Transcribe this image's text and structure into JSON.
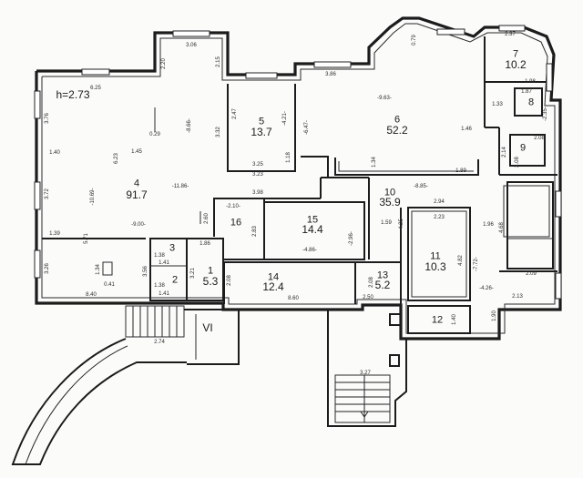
{
  "ceiling_height": "h=2.73",
  "section_mark": "VI",
  "rooms": [
    {
      "key": "r1",
      "number": "1",
      "area": "5.3"
    },
    {
      "key": "r2",
      "number": "2",
      "area": ""
    },
    {
      "key": "r3",
      "number": "3",
      "area": ""
    },
    {
      "key": "r4",
      "number": "4",
      "area": "91.7"
    },
    {
      "key": "r5",
      "number": "5",
      "area": "13.7"
    },
    {
      "key": "r6",
      "number": "6",
      "area": "52.2"
    },
    {
      "key": "r7",
      "number": "7",
      "area": "10.2"
    },
    {
      "key": "r8",
      "number": "8",
      "area": ""
    },
    {
      "key": "r9",
      "number": "9",
      "area": ""
    },
    {
      "key": "r10",
      "number": "10",
      "area": "35.9"
    },
    {
      "key": "r11",
      "number": "11",
      "area": "10.3"
    },
    {
      "key": "r12",
      "number": "12",
      "area": ""
    },
    {
      "key": "r13",
      "number": "13",
      "area": "5.2"
    },
    {
      "key": "r14",
      "number": "14",
      "area": "12.4"
    },
    {
      "key": "r15",
      "number": "15",
      "area": "14.4"
    },
    {
      "key": "r16",
      "number": "16",
      "area": ""
    }
  ],
  "dimensions": [
    {
      "key": "d01",
      "text": "6.25"
    },
    {
      "key": "d02",
      "text": "3.76"
    },
    {
      "key": "d03",
      "text": "1.40"
    },
    {
      "key": "d04",
      "text": "3.72"
    },
    {
      "key": "d05",
      "text": "1.39"
    },
    {
      "key": "d06",
      "text": "3.26"
    },
    {
      "key": "d07",
      "text": "-10.69-"
    },
    {
      "key": "d08",
      "text": "8.40"
    },
    {
      "key": "d09",
      "text": "1.34"
    },
    {
      "key": "d10",
      "text": "0.41"
    },
    {
      "key": "d11",
      "text": "0.29"
    },
    {
      "key": "d12",
      "text": "1.45"
    },
    {
      "key": "d13",
      "text": "6.23"
    },
    {
      "key": "d14",
      "text": "-11.86-"
    },
    {
      "key": "d15",
      "text": "-9.00-"
    },
    {
      "key": "d16",
      "text": "5.71"
    },
    {
      "key": "d17",
      "text": "3.06"
    },
    {
      "key": "d18",
      "text": "2.20"
    },
    {
      "key": "d19",
      "text": "2.15"
    },
    {
      "key": "d20",
      "text": "-8.66-"
    },
    {
      "key": "d21",
      "text": "3.32"
    },
    {
      "key": "d22",
      "text": "2.47"
    },
    {
      "key": "d23",
      "text": "-4.21-"
    },
    {
      "key": "d24",
      "text": "3.25"
    },
    {
      "key": "d25",
      "text": "3.23"
    },
    {
      "key": "d26",
      "text": "1.18"
    },
    {
      "key": "d27",
      "text": "3.86"
    },
    {
      "key": "d28",
      "text": "-6.47-"
    },
    {
      "key": "d29",
      "text": "-9.63-"
    },
    {
      "key": "d30",
      "text": "0.79"
    },
    {
      "key": "d31",
      "text": "2.37"
    },
    {
      "key": "d32",
      "text": "1.98"
    },
    {
      "key": "d33",
      "text": "1.87"
    },
    {
      "key": "d34",
      "text": "1.33"
    },
    {
      "key": "d35",
      "text": "-2.35-"
    },
    {
      "key": "d36",
      "text": "1.46"
    },
    {
      "key": "d37",
      "text": "2.14"
    },
    {
      "key": "d38",
      "text": "2.08"
    },
    {
      "key": "d39",
      "text": "2.08"
    },
    {
      "key": "d40",
      "text": "1.34"
    },
    {
      "key": "d41",
      "text": "1.89"
    },
    {
      "key": "d42",
      "text": "-8.85-"
    },
    {
      "key": "d43",
      "text": "3.98"
    },
    {
      "key": "d44",
      "text": "-2.10-"
    },
    {
      "key": "d45",
      "text": "2.60"
    },
    {
      "key": "d46",
      "text": "2.83"
    },
    {
      "key": "d47",
      "text": "-4.86-"
    },
    {
      "key": "d48",
      "text": "-2.96-"
    },
    {
      "key": "d49",
      "text": "1.86"
    },
    {
      "key": "d50",
      "text": "1.38"
    },
    {
      "key": "d51",
      "text": "1.41"
    },
    {
      "key": "d52",
      "text": "1.38"
    },
    {
      "key": "d53",
      "text": "1.41"
    },
    {
      "key": "d54",
      "text": "3.21"
    },
    {
      "key": "d55",
      "text": "3.56"
    },
    {
      "key": "d56",
      "text": "2.08"
    },
    {
      "key": "d57",
      "text": "8.60"
    },
    {
      "key": "d58",
      "text": "2.08"
    },
    {
      "key": "d59",
      "text": "2.50"
    },
    {
      "key": "d60",
      "text": "2.94"
    },
    {
      "key": "d61",
      "text": "1.59"
    },
    {
      "key": "d62",
      "text": "-4.25-"
    },
    {
      "key": "d63",
      "text": "2.23"
    },
    {
      "key": "d64",
      "text": "4.82"
    },
    {
      "key": "d65",
      "text": "-7.72-"
    },
    {
      "key": "d66",
      "text": "1.96"
    },
    {
      "key": "d67",
      "text": "4.68"
    },
    {
      "key": "d68",
      "text": "2.09"
    },
    {
      "key": "d69",
      "text": "-4.26-"
    },
    {
      "key": "d70",
      "text": "2.13"
    },
    {
      "key": "d71",
      "text": "1.90"
    },
    {
      "key": "d72",
      "text": "1.40"
    },
    {
      "key": "d73",
      "text": "2.74"
    },
    {
      "key": "d74",
      "text": "3.27"
    }
  ]
}
